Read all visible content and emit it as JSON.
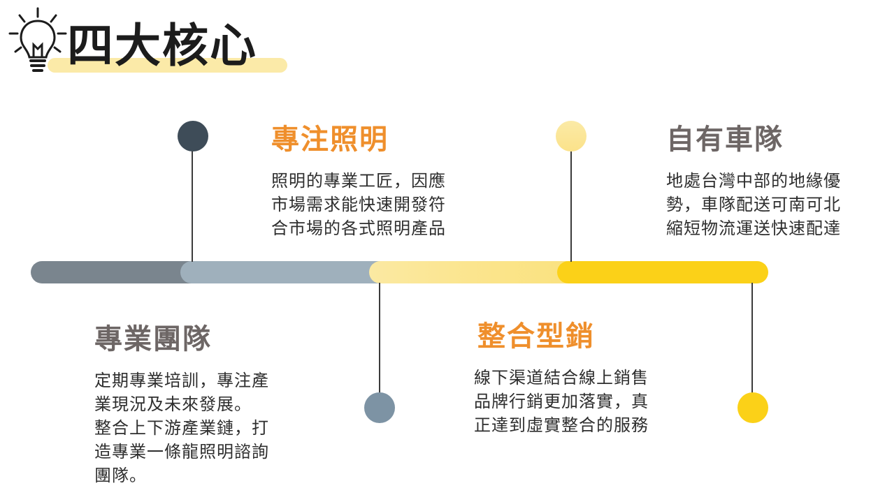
{
  "header": {
    "title": "四大核心"
  },
  "colors": {
    "accent_orange": "#ef8f2c",
    "heading_grey": "#6d6665",
    "dark_slate": "#3e4c58",
    "steel_blue": "#7d93a4",
    "light_yellow": "#fbe9a2",
    "golden_yellow": "#fbd118",
    "title_highlight": "#fbeaa8"
  },
  "cores": [
    {
      "heading": "專注照明",
      "description": "照明的專業工匠，因應\n市場需求能快速開發符\n合市場的各式照明產品"
    },
    {
      "heading": "自有車隊",
      "description": "地處台灣中部的地緣優\n勢，車隊配送可南可北\n縮短物流運送快速配達"
    },
    {
      "heading": "專業團隊",
      "description": "定期專業培訓，專注產\n業現況及未來發展。\n整合上下游產業鏈，打\n造專業一條龍照明諮詢\n團隊。"
    },
    {
      "heading": "整合型銷",
      "description": "線下渠道結合線上銷售\n品牌行銷更加落實，真\n正達到虛實整合的服務"
    }
  ]
}
